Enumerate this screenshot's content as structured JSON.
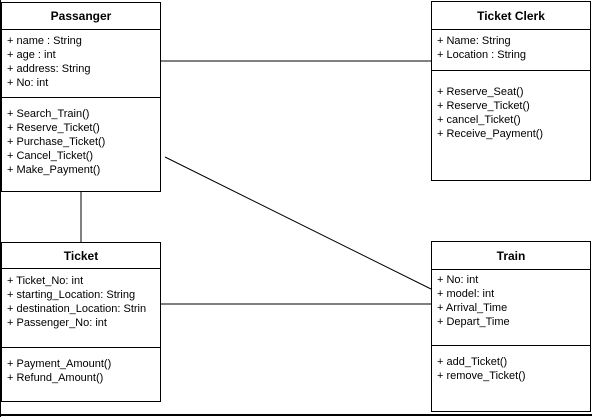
{
  "classes": {
    "passanger": {
      "name": "Passanger",
      "attributes": [
        "+ name : String",
        "+ age : int",
        "+ address: String",
        "+ No: int"
      ],
      "operations": [
        "+ Search_Train()",
        "+ Reserve_Ticket()",
        "+ Purchase_Ticket()",
        "+ Cancel_Ticket()",
        "+ Make_Payment()"
      ]
    },
    "ticket_clerk": {
      "name": "Ticket Clerk",
      "attributes": [
        "+ Name: String",
        "+ Location : String"
      ],
      "operations": [
        "+ Reserve_Seat()",
        "+ Reserve_Ticket()",
        "+ cancel_Ticket()",
        "+ Receive_Payment()"
      ]
    },
    "ticket": {
      "name": "Ticket",
      "attributes": [
        "+ Ticket_No: int",
        "+ starting_Location: String",
        "+ destination_Location: Strin",
        "+ Passenger_No: int"
      ],
      "operations": [
        "+ Payment_Amount()",
        "+ Refund_Amount()"
      ]
    },
    "train": {
      "name": "Train",
      "attributes": [
        "+ No: int",
        "+ model: int",
        "+ Arrival_Time",
        "+ Depart_Time"
      ],
      "operations": [
        "+ add_Ticket()",
        "+ remove_Ticket()"
      ]
    }
  },
  "associations": [
    {
      "from": "Passanger",
      "to": "Ticket Clerk"
    },
    {
      "from": "Passanger",
      "to": "Train"
    },
    {
      "from": "Passanger",
      "to": "Ticket"
    },
    {
      "from": "Ticket",
      "to": "Train"
    }
  ],
  "colors": {
    "line": "#000000",
    "background": "#ffffff"
  }
}
